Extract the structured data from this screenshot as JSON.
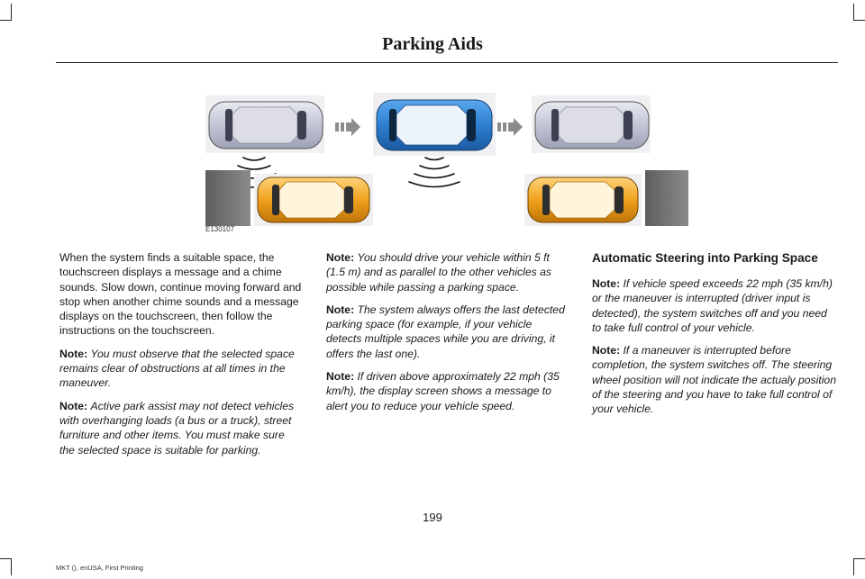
{
  "header": {
    "title": "Parking Aids"
  },
  "figure": {
    "code": "E130107"
  },
  "column1": {
    "intro": "When the system finds a suitable space, the touchscreen displays a message and a chime sounds. Slow down, continue moving forward and stop when another chime sounds and a message displays on the touchscreen, then follow the instructions on the touchscreen.",
    "notes": [
      {
        "label": "Note:",
        "text": "You must observe that the selected space remains clear of obstructions at all times in the maneuver."
      },
      {
        "label": "Note:",
        "text": "Active park assist may not detect vehicles with overhanging loads (a bus or a truck), street furniture and other items. You must make sure the selected space is suitable for parking."
      }
    ]
  },
  "column2": {
    "notes": [
      {
        "label": "Note:",
        "text": "You should drive your vehicle within 5 ft (1.5 m) and as parallel to the other vehicles as possible while passing a parking space."
      },
      {
        "label": "Note:",
        "text": "The system always offers the last detected parking space (for example, if your vehicle detects multiple spaces while you are driving, it offers the last one)."
      },
      {
        "label": "Note:",
        "text": "If driven above approximately 22 mph (35 km/h), the display screen shows a message to alert you to reduce your vehicle speed."
      }
    ]
  },
  "column3": {
    "heading": "Automatic Steering into Parking Space",
    "notes": [
      {
        "label": "Note:",
        "text": "If vehicle speed exceeds 22 mph (35 km/h) or the maneuver is interrupted (driver input is detected), the system switches off and you need to take full control of your vehicle."
      },
      {
        "label": "Note:",
        "text": "If a maneuver is interrupted before completion, the system switches off. The steering wheel position will not indicate the actualy position of the steering and you have to take full control of your vehicle."
      }
    ]
  },
  "footer": {
    "page_number": "199",
    "edition": "MKT (), enUSA, First Printing"
  },
  "colors": {
    "parked_car": "#c9cbd8",
    "active_car": "#2e7fd0",
    "other_car": "#f0a21e",
    "curb": "#6e6e6e"
  }
}
